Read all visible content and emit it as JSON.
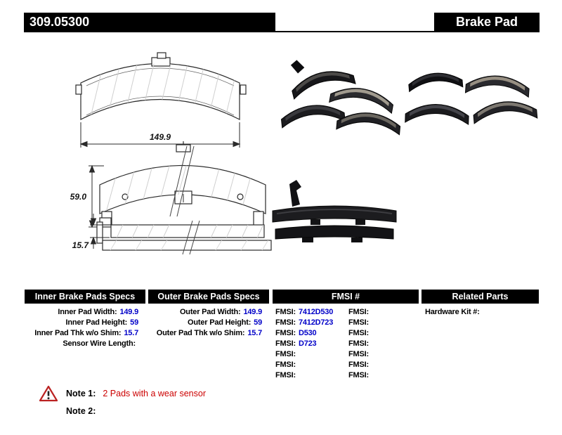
{
  "header": {
    "part_number": "309.05300",
    "product_type": "Brake Pad"
  },
  "drawings": {
    "width_dim": "149.9",
    "height_dim": "59.0",
    "thickness_dim": "15.7"
  },
  "specs": {
    "inner": {
      "title": "Inner Brake Pads Specs",
      "rows": [
        {
          "label": "Inner Pad Width:",
          "value": "149.9"
        },
        {
          "label": "Inner Pad Height:",
          "value": "59"
        },
        {
          "label": "Inner Pad Thk w/o Shim:",
          "value": "15.7"
        },
        {
          "label": "Sensor Wire Length:",
          "value": ""
        }
      ]
    },
    "outer": {
      "title": "Outer Brake Pads Specs",
      "rows": [
        {
          "label": "Outer Pad Width:",
          "value": "149.9"
        },
        {
          "label": "Outer Pad Height:",
          "value": "59"
        },
        {
          "label": "Outer Pad Thk w/o Shim:",
          "value": "15.7"
        }
      ]
    },
    "fmsi": {
      "title": "FMSI #",
      "left": [
        {
          "label": "FMSI:",
          "value": "7412D530"
        },
        {
          "label": "FMSI:",
          "value": "7412D723"
        },
        {
          "label": "FMSI:",
          "value": "D530"
        },
        {
          "label": "FMSI:",
          "value": "D723"
        },
        {
          "label": "FMSI:",
          "value": ""
        },
        {
          "label": "FMSI:",
          "value": ""
        },
        {
          "label": "FMSI:",
          "value": ""
        }
      ],
      "right": [
        {
          "label": "FMSI:",
          "value": ""
        },
        {
          "label": "FMSI:",
          "value": ""
        },
        {
          "label": "FMSI:",
          "value": ""
        },
        {
          "label": "FMSI:",
          "value": ""
        },
        {
          "label": "FMSI:",
          "value": ""
        },
        {
          "label": "FMSI:",
          "value": ""
        },
        {
          "label": "FMSI:",
          "value": ""
        }
      ]
    },
    "related": {
      "title": "Related Parts",
      "rows": [
        {
          "label": "Hardware Kit #:",
          "value": ""
        }
      ]
    }
  },
  "notes": {
    "note1_label": "Note 1:",
    "note1_text": "2 Pads with a wear sensor",
    "note2_label": "Note 2:",
    "note2_text": ""
  },
  "colors": {
    "value_blue": "#0000c8",
    "note_red": "#cc0000",
    "warning_red": "#bb2222",
    "header_bg": "#000000"
  }
}
